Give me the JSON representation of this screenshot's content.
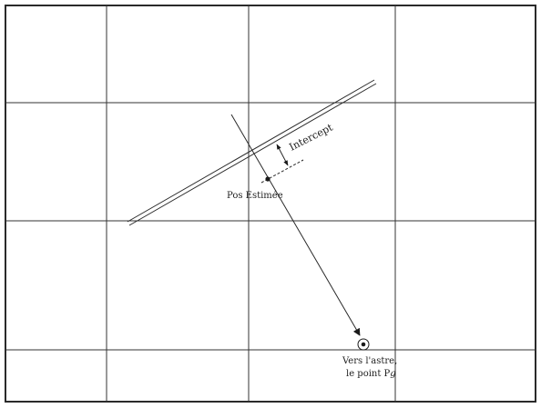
{
  "labels": {
    "intercept": "Intercept",
    "estimated_position": "Pos Estimée",
    "towards_star_line1": "Vers l'astre,",
    "towards_star_line2_prefix": "le point P",
    "towards_star_line2_italic": "g"
  },
  "colors": {
    "ink": "#222222",
    "background": "#ffffff"
  }
}
